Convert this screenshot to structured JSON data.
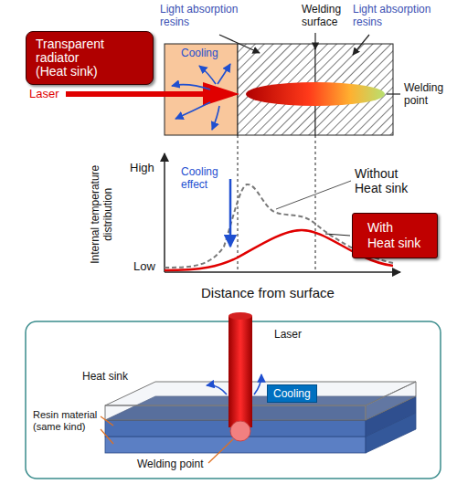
{
  "diagram": {
    "nodes": [
      {
        "text": [
          "Transparent radiator (Heat sink)"
        ]
      },
      {
        "text": [
          "With Heat sink"
        ]
      },
      {
        "text": [
          "Cooling"
        ]
      }
    ],
    "labels": [
      "Light absorption resins",
      "Welding surface",
      "Light absorption resins",
      "Laser",
      "Cooling",
      "Welding point",
      "Internal temperature distribution",
      "High",
      "Low",
      "Cooling effect",
      "Without Heat sink",
      "Distance from surface",
      "Laser",
      "Heat sink",
      "Resin material (same kind)",
      "Welding point"
    ]
  }
}
